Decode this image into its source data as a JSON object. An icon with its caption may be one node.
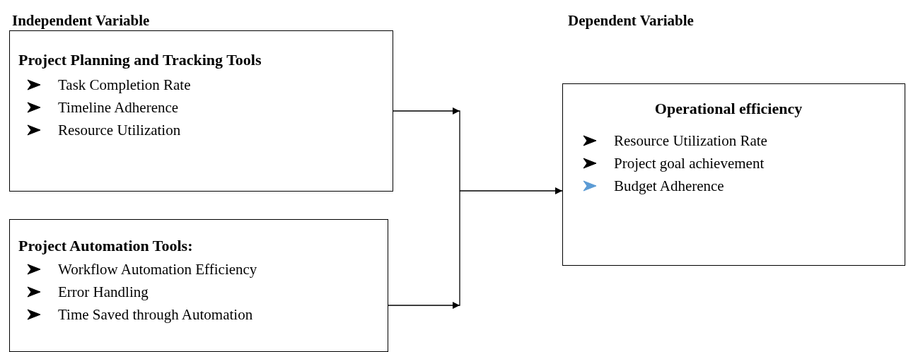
{
  "diagram": {
    "nodes": [
      {
        "text": [
          "Project Planning and Tracking Tools",
          "Task Completion Rate",
          "Timeline Adherence",
          "Resource Utilization"
        ]
      },
      {
        "text": [
          "Project Automation Tools:",
          "Workflow Automation Efficiency",
          "Error Handling",
          "Time Saved through Automation"
        ]
      },
      {
        "text": [
          "Operational efficiency",
          "Resource Utilization Rate",
          "Project goal achievement",
          "Budget Adherence"
        ]
      }
    ],
    "edges": [
      {
        "from": 0,
        "to": 2,
        "arrow": "to"
      },
      {
        "from": 1,
        "to": 2,
        "arrow": "to"
      }
    ],
    "labels": [
      "Independent Variable",
      "Dependent Variable"
    ]
  }
}
